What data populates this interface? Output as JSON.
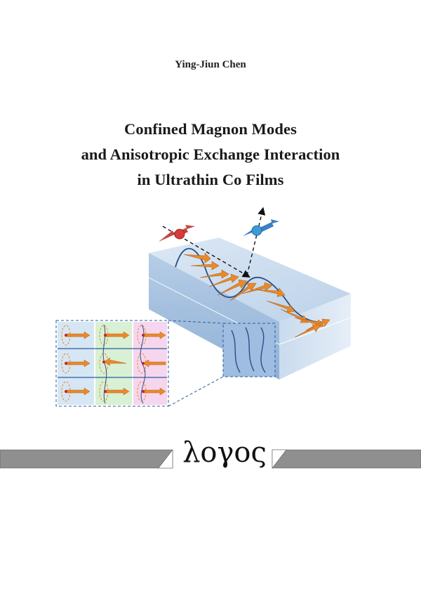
{
  "cover": {
    "author": "Ying-Jiun Chen",
    "title_lines": [
      "Confined Magnon Modes",
      "and Anisotropic Exchange Interaction",
      "in Ultrathin Co Films"
    ],
    "publisher_logo_text": "λογος"
  },
  "figure": {
    "icon": "magnon-illustration",
    "colors": {
      "film": "#a9c4e2",
      "arrow": "#e88a2c",
      "electron_in": "#d93a3a",
      "electron_out": "#3b8fd4",
      "panel_blue": "#d6e6f4",
      "panel_green": "#d8f0d4",
      "panel_pink": "#f6d6ee"
    }
  },
  "bands": {
    "color": "#8f8f8f"
  }
}
